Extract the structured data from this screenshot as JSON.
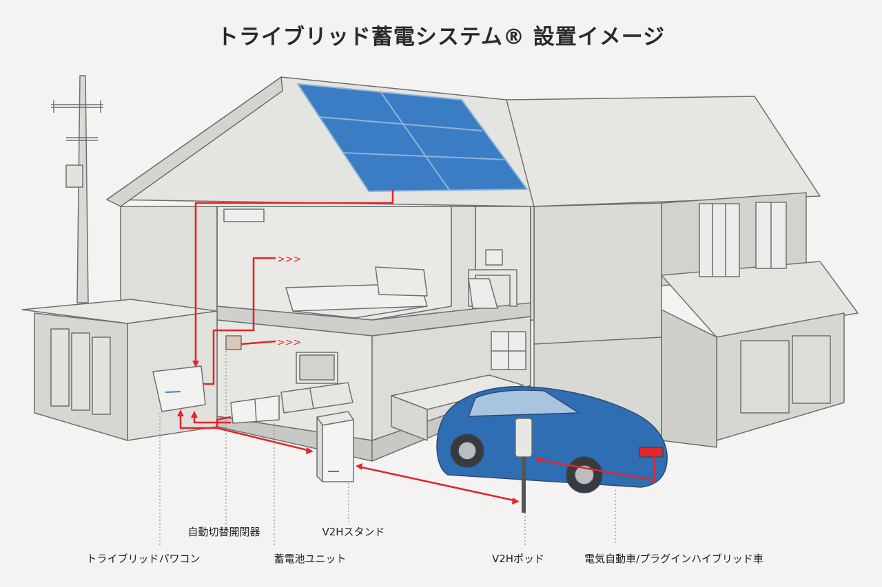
{
  "title": "トライブリッド蓄電システム® 設置イメージ",
  "colors": {
    "wire": "#e2262b",
    "solar": "#3b7dc4",
    "car": "#2f6eb3",
    "wall": "#d6d6d3",
    "outline": "#6e6e6e"
  },
  "arrow_marks": [
    ">>>",
    ">>>"
  ],
  "labels": {
    "auto_switch": "自動切替開閉器",
    "v2h_stand": "V2Hスタンド",
    "power_conditioner": "トライブリッドパワコン",
    "battery_unit": "蓄電池ユニット",
    "v2h_pod": "V2Hポッド",
    "ev_phev": "電気自動車/プラグインハイブリッド車"
  }
}
